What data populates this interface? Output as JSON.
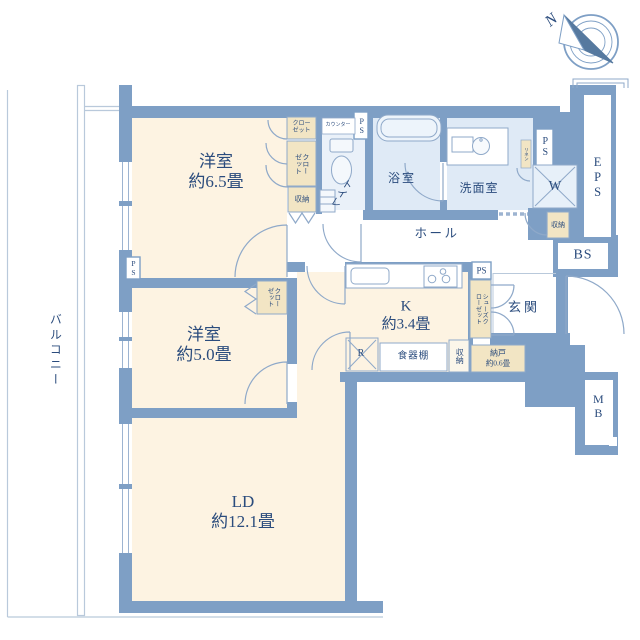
{
  "colors": {
    "wall": "#7e9fc5",
    "room_cream": "#fdf3e2",
    "wet_blue": "#dfeaf6",
    "toilet_blue": "#eaf1f9",
    "closet_beige": "#f2e5c4",
    "text": "#2b4c7d",
    "line": "#8fa9c9"
  },
  "compass": {
    "north": "N"
  },
  "balcony": {
    "label": "バルコニー"
  },
  "rooms": {
    "bedroom1": {
      "name": "洋室",
      "size": "約6.5畳"
    },
    "bedroom2": {
      "name": "洋室",
      "size": "約5.0畳"
    },
    "living": {
      "name": "LD",
      "size": "約12.1畳"
    },
    "kitchen": {
      "name": "K",
      "size": "約3.4畳"
    },
    "bath": {
      "name": "浴室"
    },
    "washroom": {
      "name": "洗面室"
    },
    "toilet": {
      "name": "トイレ"
    },
    "hall": {
      "name": "ホール"
    },
    "entrance": {
      "name": "玄関"
    },
    "storage_room": {
      "name": "納戸",
      "size": "約0.6畳"
    }
  },
  "features": {
    "closet": "クローゼット",
    "shoes_closet": "シューズクローゼット",
    "storage": "収納",
    "counter": "カウンター",
    "cupboard": "食器棚",
    "linen": "リネン",
    "pipe_space": "PS",
    "eps": "EPS",
    "bs": "BS",
    "meter_box": "MB",
    "washer": "W",
    "refrigerator": "R"
  }
}
